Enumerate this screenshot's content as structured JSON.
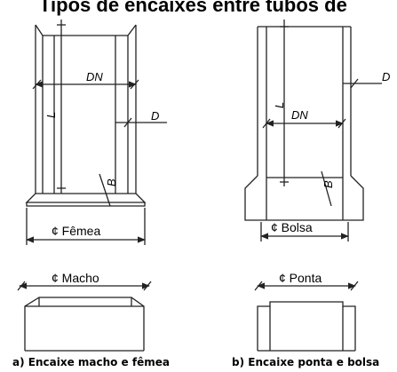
{
  "title": "Tipos de encaixes entre tubos de",
  "captions": {
    "a": "a) Encaixe macho e fêmea",
    "b": "b) Encaixe ponta e bolsa"
  },
  "labels": {
    "dn": "DN",
    "l": "L",
    "d": "D",
    "b": "B",
    "femea": "¢ Fêmea",
    "macho": "¢ Macho",
    "bolsa": "¢ Bolsa",
    "ponta": "¢ Ponta"
  },
  "colors": {
    "line": "#222222",
    "text": "#000000"
  }
}
